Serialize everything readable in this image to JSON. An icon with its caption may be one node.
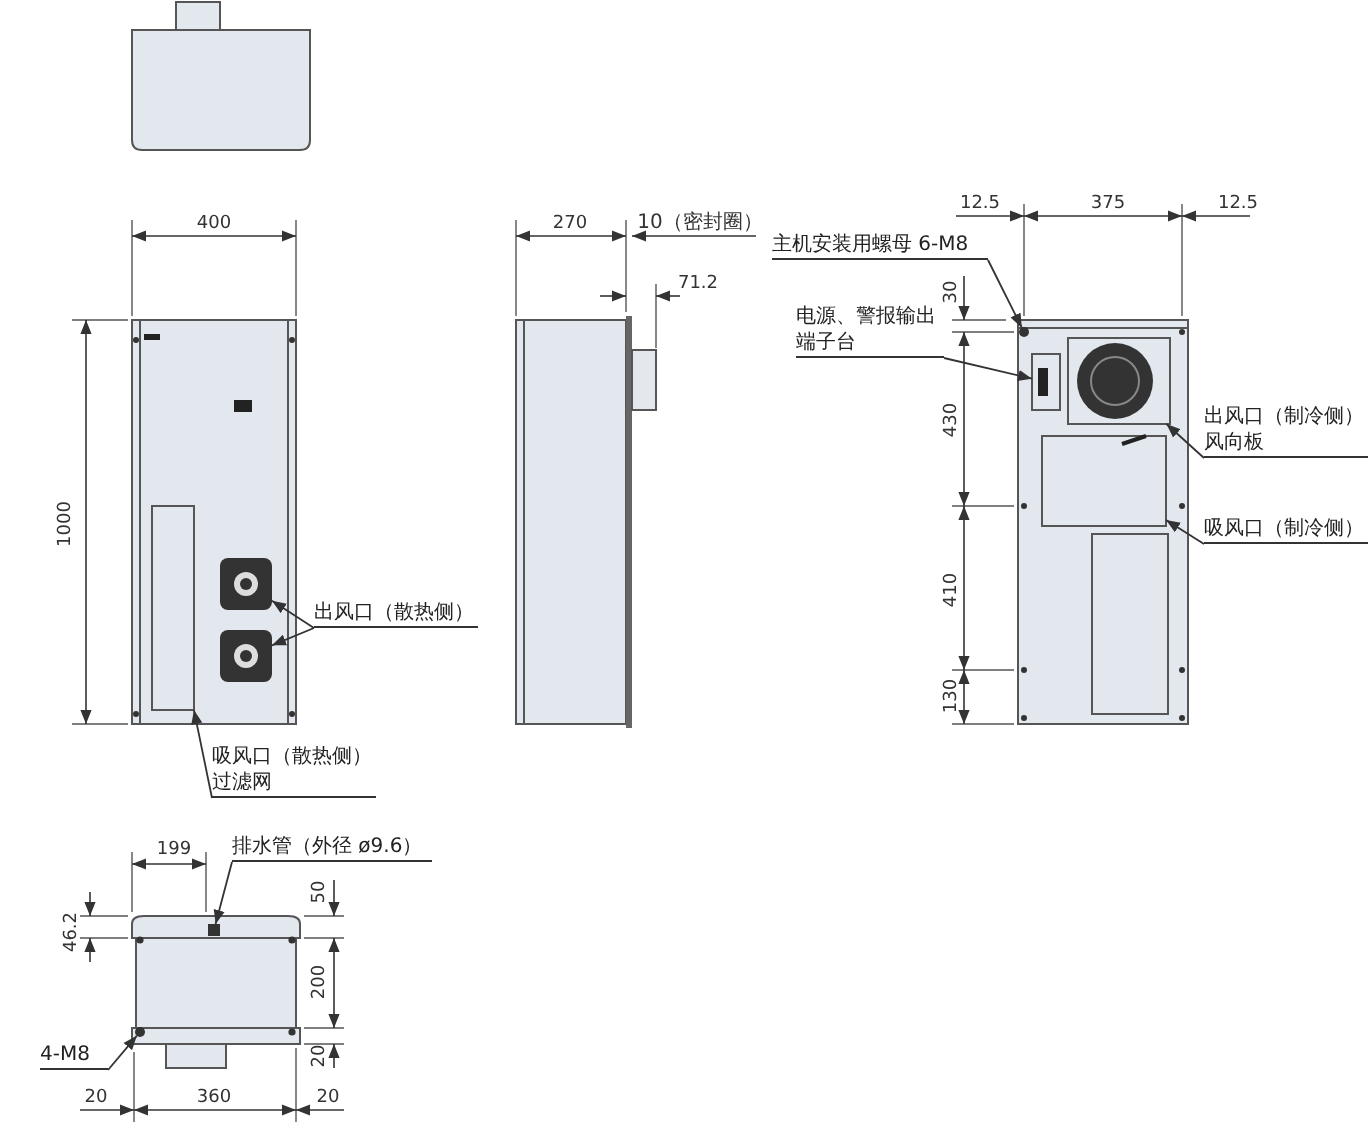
{
  "diagram": {
    "nodes": [
      {
        "text": [
          "出风口（散热侧）"
        ]
      },
      {
        "text": [
          "吸风口（散热侧）",
          "过滤网"
        ]
      },
      {
        "text": [
          "主机安装用螺母 6-M8"
        ]
      },
      {
        "text": [
          "电源、警报输出端子台"
        ]
      },
      {
        "text": [
          "出风口（制冷侧）",
          "风向板"
        ]
      },
      {
        "text": [
          "吸风口（制冷侧）"
        ]
      },
      {
        "text": [
          "排水管（外径 ø9.6）"
        ]
      },
      {
        "text": [
          "4-M8"
        ]
      },
      {
        "text": [],
        "shape": "box"
      },
      {
        "text": [],
        "shape": "box"
      },
      {
        "text": [],
        "shape": "box"
      },
      {
        "text": [],
        "shape": "circle"
      },
      {
        "text": [],
        "shape": "box"
      },
      {
        "text": [],
        "shape": "box"
      },
      {
        "text": [],
        "shape": "box"
      },
      {
        "text": [],
        "shape": "box"
      },
      {
        "text": [],
        "shape": "circle"
      }
    ],
    "edges": [
      {
        "from": 0,
        "to": 8,
        "arrow": "to"
      },
      {
        "from": 0,
        "to": 9,
        "arrow": "to"
      },
      {
        "from": 1,
        "to": 10,
        "arrow": "to"
      },
      {
        "from": 2,
        "to": 11,
        "arrow": "to"
      },
      {
        "from": 3,
        "to": 12,
        "arrow": "to"
      },
      {
        "from": 4,
        "to": 13,
        "arrow": "to"
      },
      {
        "from": 5,
        "to": 14,
        "arrow": "to"
      },
      {
        "from": 6,
        "to": 15,
        "arrow": "to"
      },
      {
        "from": 7,
        "to": 16,
        "arrow": "to"
      }
    ],
    "labels": [
      "400",
      "1000",
      "270",
      "10（密封圈）",
      "71.2",
      "12.5",
      "375",
      "12.5",
      "30",
      "430",
      "410",
      "130",
      "199",
      "50",
      "46.2",
      "200",
      "20",
      "20",
      "360",
      "20"
    ]
  }
}
